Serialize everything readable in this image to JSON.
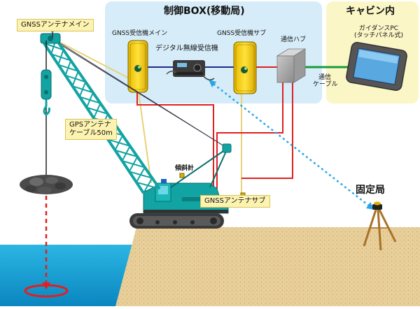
{
  "box_title": "制御BOX(移動局)",
  "cabin_title": "キャビン内",
  "labels": {
    "gnss_antenna_main": "GNSSアンテナメイン",
    "gnss_receiver_main": "GNSS受信機メイン",
    "gnss_receiver_sub": "GNSS受信機サブ",
    "digital_radio": "デジタル無線受信機",
    "hub": "通信ハブ",
    "guidance_pc_line1": "ガイダンスPC",
    "guidance_pc_line2": "(タッチパネル式)",
    "comm_cable_line1": "通信",
    "comm_cable_line2": "ケーブル",
    "gps_cable_line1": "GPSアンテナ",
    "gps_cable_line2": "ケーブル50m",
    "inclinometer": "傾斜計",
    "gnss_antenna_sub": "GNSSアンテナサブ",
    "fixed_station": "固定局"
  },
  "colors": {
    "box_fill": "#d6ecf8",
    "cabin_fill": "#fbf6c6",
    "crane": "#12a3a3",
    "red_line": "#e02020",
    "blue_line": "#1e2a8a",
    "green_line": "#1a9a3a",
    "yellow_line": "#e8d27a",
    "water": "#1aa6d6",
    "sand": "#e8cf9a"
  }
}
